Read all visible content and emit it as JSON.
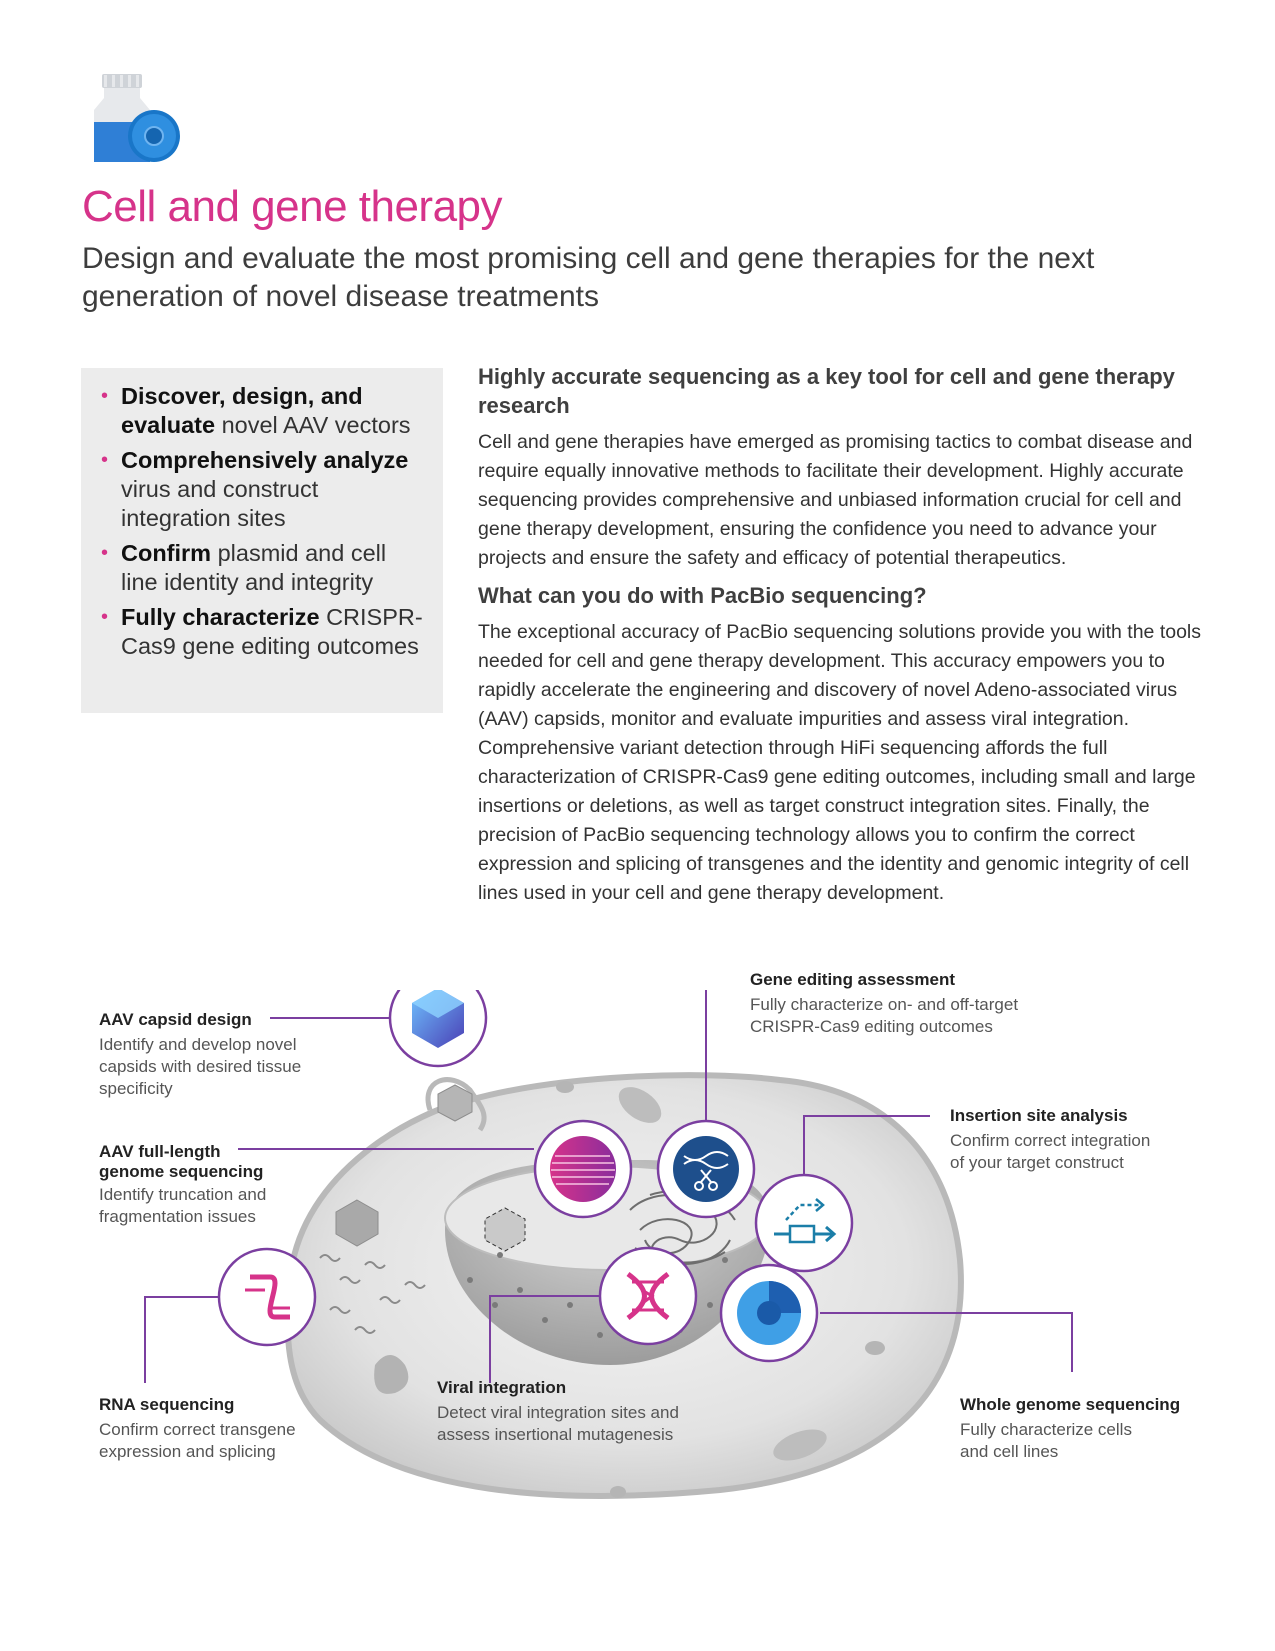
{
  "header": {
    "logo_icon": "bottle-and-cell-icon",
    "title": "Cell and gene therapy",
    "subtitle": "Design and evaluate the most promising cell and gene therapies for the next generation of novel disease treatments"
  },
  "highlights": [
    {
      "bold": "Discover, design, and evaluate",
      "rest": " novel AAV vectors"
    },
    {
      "bold": "Comprehensively analyze",
      "rest": " virus and construct integration sites"
    },
    {
      "bold": "Confirm",
      "rest": " plasmid and cell line identity and integrity"
    },
    {
      "bold": "Fully characterize",
      "rest": " CRISPR-Cas9 gene editing outcomes"
    }
  ],
  "main": {
    "heading1": "Highly accurate sequencing as a key tool for cell and gene therapy research",
    "para1": "Cell and gene therapies have emerged as promising tactics to combat disease and require equally innovative methods to facilitate their development. Highly accurate sequencing provides comprehensive and unbiased information crucial for cell and gene therapy development, ensuring the confidence you need to advance your projects and ensure the safety and efficacy of potential therapeutics.",
    "heading2": "What can you do with PacBio sequencing?",
    "para2": "The exceptional accuracy of PacBio sequencing solutions provide you with the tools needed for cell and gene therapy development. This accuracy empowers you to rapidly accelerate the engineering and discovery of novel Adeno-associated virus (AAV) capsids, monitor and evaluate impurities and assess viral integration. Comprehensive variant detection through HiFi sequencing affords the full characterization of CRISPR-Cas9 gene editing outcomes, including small and large insertions or deletions, as well as target construct integration sites. Finally, the precision of PacBio sequencing technology allows you to confirm the correct expression and splicing of transgenes and the identity and genomic integrity of cell lines used in your cell and gene therapy development."
  },
  "diagram": {
    "labels": {
      "aav_capsid": {
        "title": "AAV capsid design",
        "text": [
          "Identify and develop novel",
          "capsids with desired tissue",
          "specificity"
        ]
      },
      "aav_full": {
        "title": [
          "AAV full-length",
          "genome sequencing"
        ],
        "text": [
          "Identify truncation and",
          "fragmentation issues"
        ]
      },
      "rna": {
        "title": "RNA sequencing",
        "text": [
          "Confirm correct transgene",
          "expression and splicing"
        ]
      },
      "viral": {
        "title": "Viral integration",
        "text": [
          "Detect viral integration sites and",
          "assess insertional mutagenesis"
        ]
      },
      "gene_edit": {
        "title": "Gene editing assessment",
        "text": [
          "Fully characterize on- and off-target",
          "CRISPR-Cas9 editing outcomes"
        ]
      },
      "insertion": {
        "title": "Insertion site analysis",
        "text": [
          "Confirm correct integration",
          "of your target construct"
        ]
      },
      "wgs": {
        "title": "Whole genome sequencing",
        "text": [
          "Fully characterize cells",
          "and cell lines"
        ]
      }
    },
    "icons": [
      "capsid-icon",
      "sequencing-dna-icon",
      "dna-scissors-icon",
      "insertion-arrows-icon",
      "rna-icon",
      "viral-integration-icon",
      "genome-sphere-icon"
    ],
    "colors": {
      "accent": "#d6338a",
      "line": "#7b3fa0",
      "navy": "#1e4f8c"
    }
  }
}
